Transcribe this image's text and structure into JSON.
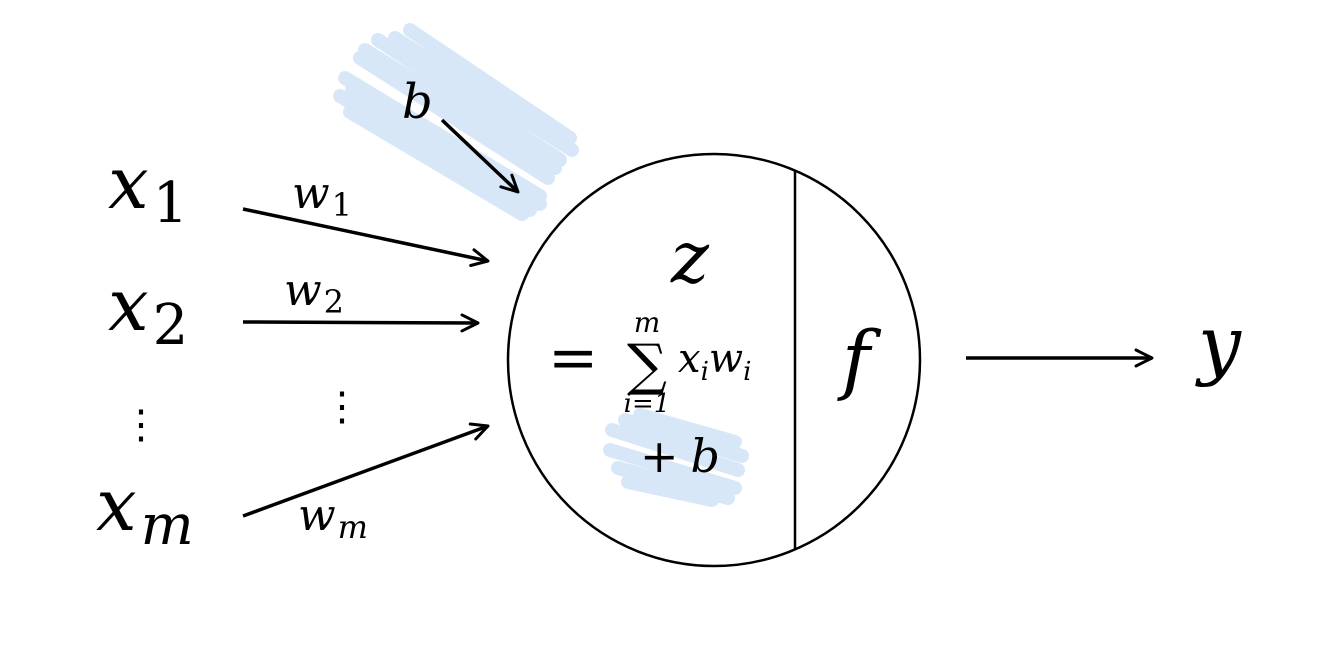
{
  "inputs": [
    {
      "base": "x",
      "sub": "1",
      "weight_base": "w",
      "weight_sub": "1"
    },
    {
      "base": "x",
      "sub": "2",
      "weight_base": "w",
      "weight_sub": "2"
    },
    {
      "base": "x",
      "sub": "m",
      "weight_base": "w",
      "weight_sub": "m"
    }
  ],
  "ellipsis": "⋮",
  "bias": "b",
  "neuron": {
    "z": "z",
    "equals": "=",
    "sum_symbol": "∑",
    "sum_upper": "m",
    "sum_lower": "i=1",
    "term_x": "x",
    "term_x_sub": "i",
    "term_w": "w",
    "term_w_sub": "i",
    "plus": "+",
    "bias": "b",
    "activation": "f"
  },
  "output": "y",
  "colors": {
    "ink": "#000000",
    "highlight": "#d6e6f8"
  }
}
